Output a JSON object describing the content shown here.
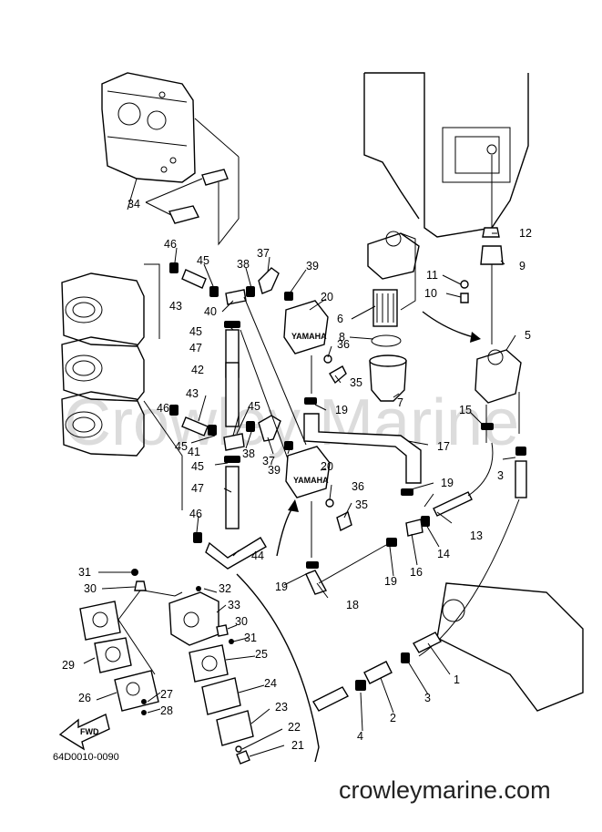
{
  "diagram": {
    "watermark": "Crowley Marine",
    "drawing_code": "64D0010-0090",
    "website": "crowleymarine.com",
    "fwd_label": "FWD",
    "pump_label": "YAMAHA",
    "callouts": [
      {
        "id": "c1",
        "label": "1"
      },
      {
        "id": "c2",
        "label": "2"
      },
      {
        "id": "c3a",
        "label": "3"
      },
      {
        "id": "c3b",
        "label": "3"
      },
      {
        "id": "c4",
        "label": "4"
      },
      {
        "id": "c5",
        "label": "5"
      },
      {
        "id": "c6",
        "label": "6"
      },
      {
        "id": "c7",
        "label": "7"
      },
      {
        "id": "c8",
        "label": "8"
      },
      {
        "id": "c9",
        "label": "9"
      },
      {
        "id": "c10",
        "label": "10"
      },
      {
        "id": "c11",
        "label": "11"
      },
      {
        "id": "c12",
        "label": "12"
      },
      {
        "id": "c13",
        "label": "13"
      },
      {
        "id": "c14",
        "label": "14"
      },
      {
        "id": "c15",
        "label": "15"
      },
      {
        "id": "c16",
        "label": "16"
      },
      {
        "id": "c17",
        "label": "17"
      },
      {
        "id": "c18",
        "label": "18"
      },
      {
        "id": "c19a",
        "label": "19"
      },
      {
        "id": "c19b",
        "label": "19"
      },
      {
        "id": "c19c",
        "label": "19"
      },
      {
        "id": "c19d",
        "label": "19"
      },
      {
        "id": "c20a",
        "label": "20"
      },
      {
        "id": "c20b",
        "label": "20"
      },
      {
        "id": "c21",
        "label": "21"
      },
      {
        "id": "c22",
        "label": "22"
      },
      {
        "id": "c23",
        "label": "23"
      },
      {
        "id": "c24",
        "label": "24"
      },
      {
        "id": "c25",
        "label": "25"
      },
      {
        "id": "c26",
        "label": "26"
      },
      {
        "id": "c27",
        "label": "27"
      },
      {
        "id": "c28",
        "label": "28"
      },
      {
        "id": "c29",
        "label": "29"
      },
      {
        "id": "c30a",
        "label": "30"
      },
      {
        "id": "c30b",
        "label": "30"
      },
      {
        "id": "c31a",
        "label": "31"
      },
      {
        "id": "c31b",
        "label": "31"
      },
      {
        "id": "c32",
        "label": "32"
      },
      {
        "id": "c33",
        "label": "33"
      },
      {
        "id": "c34",
        "label": "34"
      },
      {
        "id": "c35a",
        "label": "35"
      },
      {
        "id": "c35b",
        "label": "35"
      },
      {
        "id": "c36a",
        "label": "36"
      },
      {
        "id": "c36b",
        "label": "36"
      },
      {
        "id": "c37a",
        "label": "37"
      },
      {
        "id": "c37b",
        "label": "37"
      },
      {
        "id": "c38a",
        "label": "38"
      },
      {
        "id": "c38b",
        "label": "38"
      },
      {
        "id": "c39a",
        "label": "39"
      },
      {
        "id": "c39b",
        "label": "39"
      },
      {
        "id": "c40",
        "label": "40"
      },
      {
        "id": "c41",
        "label": "41"
      },
      {
        "id": "c42",
        "label": "42"
      },
      {
        "id": "c43a",
        "label": "43"
      },
      {
        "id": "c43b",
        "label": "43"
      },
      {
        "id": "c44",
        "label": "44"
      },
      {
        "id": "c45a",
        "label": "45"
      },
      {
        "id": "c45b",
        "label": "45"
      },
      {
        "id": "c45c",
        "label": "45"
      },
      {
        "id": "c45d",
        "label": "45"
      },
      {
        "id": "c45e",
        "label": "45"
      },
      {
        "id": "c46a",
        "label": "46"
      },
      {
        "id": "c46b",
        "label": "46"
      },
      {
        "id": "c46c",
        "label": "46"
      },
      {
        "id": "c47a",
        "label": "47"
      },
      {
        "id": "c47b",
        "label": "47"
      }
    ]
  }
}
